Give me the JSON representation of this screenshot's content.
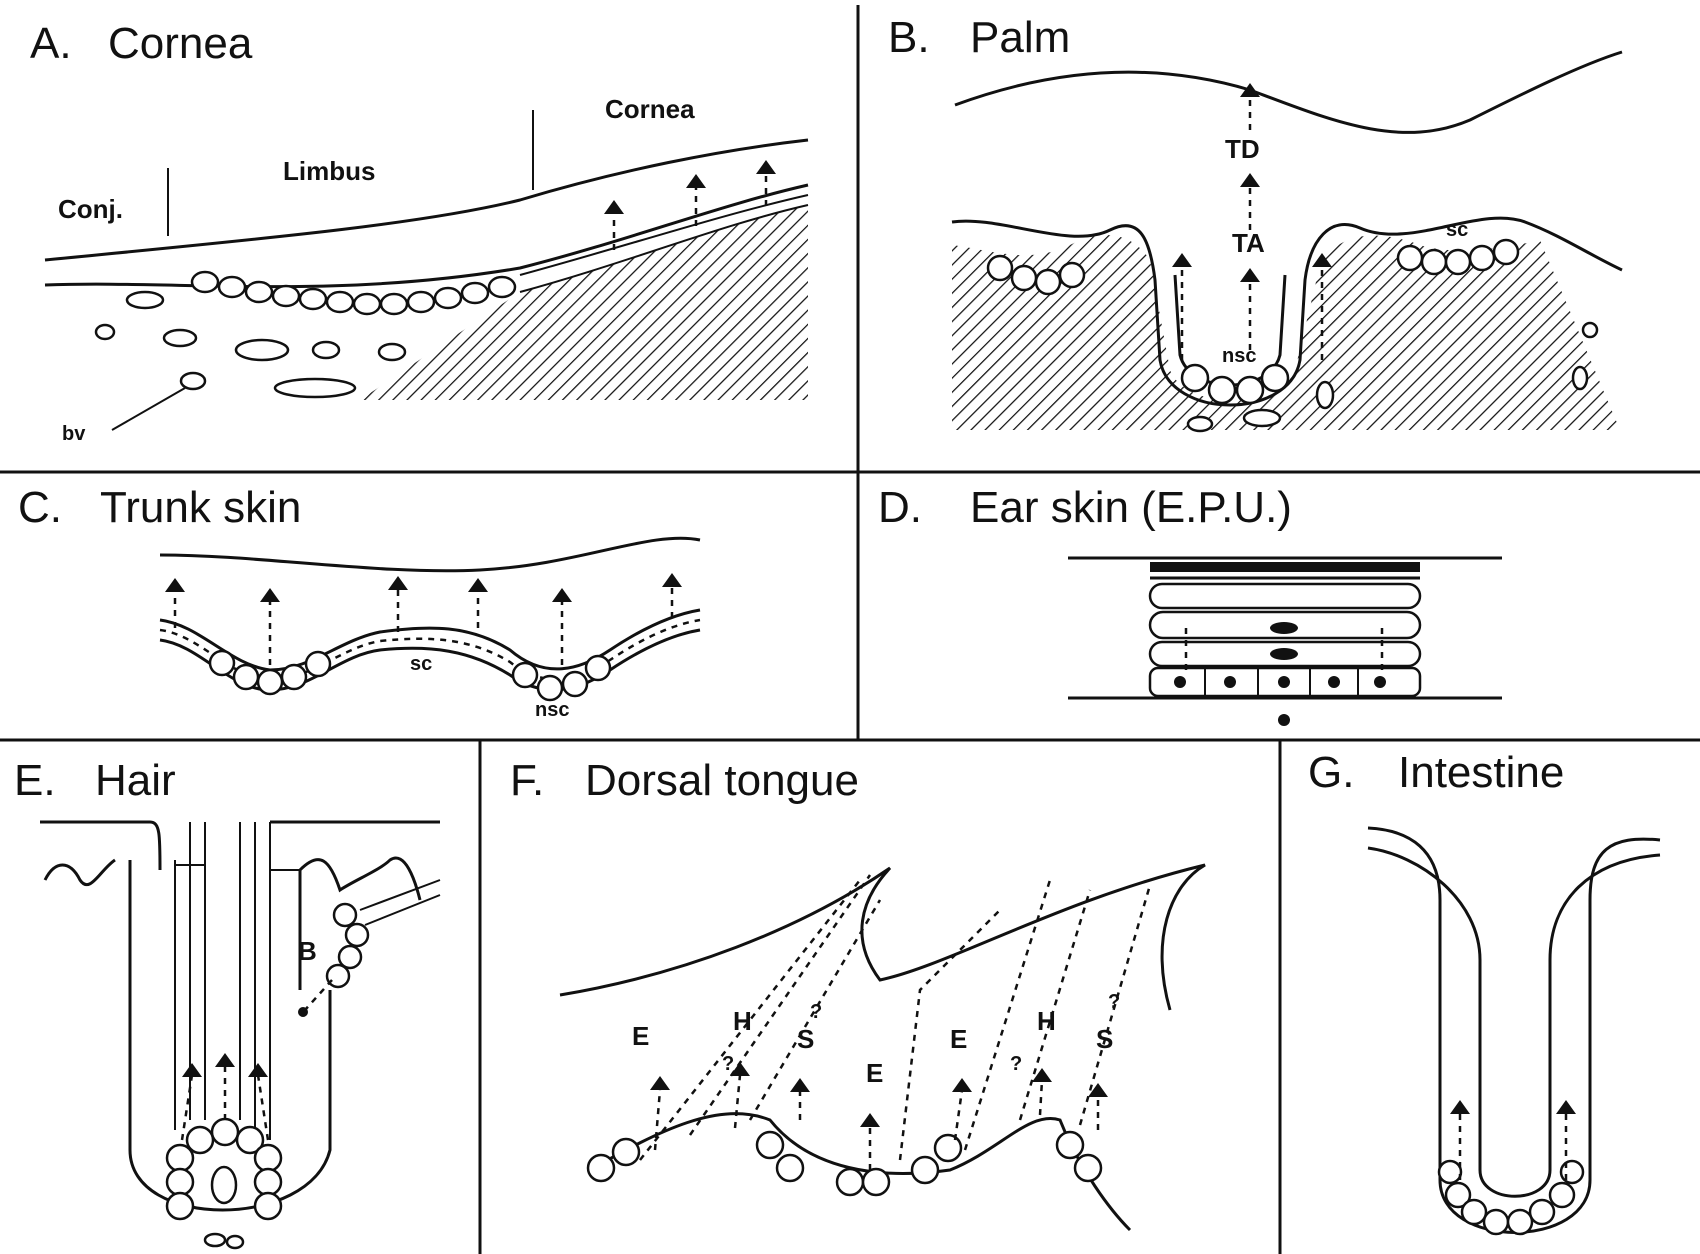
{
  "panels": {
    "a": {
      "letter": "A.",
      "title": "Cornea",
      "labels": {
        "cornea": "Cornea",
        "limbus": "Limbus",
        "conj": "Conj.",
        "bv": "bv"
      }
    },
    "b": {
      "letter": "B.",
      "title": "Palm",
      "labels": {
        "td": "TD",
        "ta": "TA",
        "sc": "sc",
        "nsc": "nsc"
      }
    },
    "c": {
      "letter": "C.",
      "title": "Trunk skin",
      "labels": {
        "sc": "sc",
        "nsc": "nsc"
      }
    },
    "d": {
      "letter": "D.",
      "title": "Ear skin (E.P.U.)"
    },
    "e": {
      "letter": "E.",
      "title": "Hair",
      "labels": {
        "b": "B"
      }
    },
    "f": {
      "letter": "F.",
      "title": "Dorsal tongue",
      "labels": {
        "e1": "E",
        "h1": "H",
        "s1": "S",
        "e2": "E",
        "e3": "E",
        "h2": "H",
        "s2": "S",
        "q1": "?",
        "q2": "?",
        "q3": "?",
        "q4": "?"
      }
    },
    "g": {
      "letter": "G.",
      "title": "Intestine"
    }
  },
  "colors": {
    "ink": "#111111",
    "background": "#ffffff"
  }
}
